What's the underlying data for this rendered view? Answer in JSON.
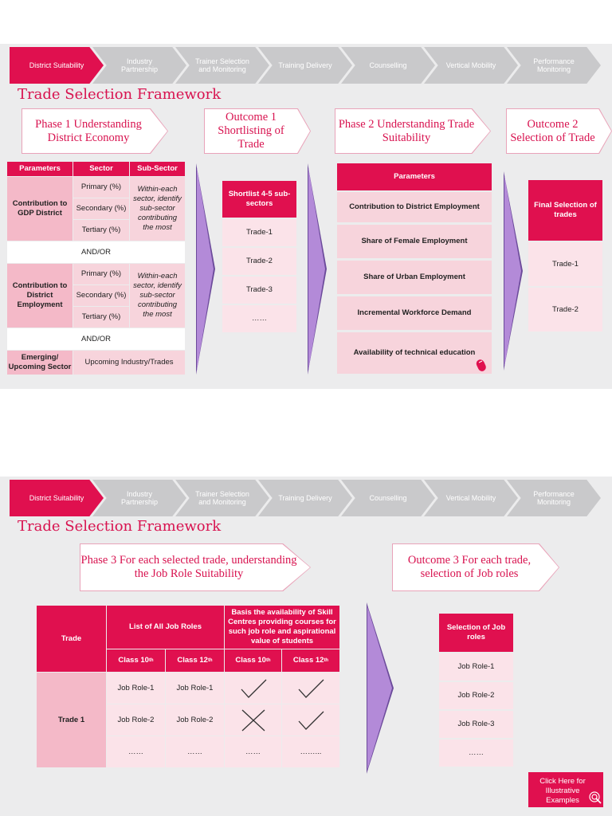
{
  "nav_steps": [
    "District Suitability",
    "Industry Partnership",
    "Trainer Selection and Monitoring",
    "Training Delivery",
    "Counselling",
    "Vertical Mobility",
    "Performance Monitoring"
  ],
  "slide1": {
    "title": "Trade Selection Framework",
    "phase1": "Phase 1 Understanding District Economy",
    "outcome1": "Outcome 1 Shortlisting of Trade",
    "phase2": "Phase 2 Understanding Trade Suitability",
    "outcome2": "Outcome 2 Selection of Trade",
    "table": {
      "headers": [
        "Parameters",
        "Sector",
        "Sub-Sector"
      ],
      "gdp_label": "Contribution to GDP District",
      "emp_label": "Contribution to District Employment",
      "sectors": [
        "Primary (%)",
        "Secondary (%)",
        "Tertiary (%)"
      ],
      "subsector_note": "Within-each sector, identify sub-sector contributing the most",
      "andor": "AND/OR",
      "emerging_label": "Emerging/ Upcoming Sector",
      "emerging_value": "Upcoming Industry/Trades"
    },
    "shortlist": {
      "header": "Shortlist 4-5 sub-sectors",
      "items": [
        "Trade-1",
        "Trade-2",
        "Trade-3",
        "……"
      ]
    },
    "parameters": {
      "header": "Parameters",
      "items": [
        "Contribution to District Employment",
        "Share of Female Employment",
        "Share of Urban Employment",
        "Incremental Workforce Demand",
        "Availability of technical education"
      ]
    },
    "final": {
      "header": "Final Selection of trades",
      "items": [
        "Trade-1",
        "Trade-2"
      ]
    }
  },
  "slide2": {
    "title": "Trade Selection Framework",
    "phase3": "Phase 3 For each selected trade, understanding the Job Role Suitability",
    "outcome3": "Outcome 3 For each trade, selection of Job roles",
    "table": {
      "trade_header": "Trade",
      "list_header": "List of All Job Roles",
      "basis_header": "Basis the availability of Skill Centres providing courses for such job role and aspirational value of students",
      "class10": "Class 10",
      "class12": "Class 12",
      "sup": "th",
      "trade_value": "Trade 1",
      "rows": [
        {
          "c10": "Job Role-1",
          "c12": "Job Role-1",
          "b10": "check",
          "b12": "check"
        },
        {
          "c10": "Job Role-2",
          "c12": "Job Role-2",
          "b10": "cross",
          "b12": "check"
        }
      ],
      "ellipsis": [
        "……",
        "……",
        "……",
        "……..."
      ]
    },
    "selection": {
      "header": "Selection of Job roles",
      "items": [
        "Job Role-1",
        "Job Role-2",
        "Job Role-3",
        "……"
      ]
    },
    "cta": "Click Here for Illustrative Examples"
  }
}
